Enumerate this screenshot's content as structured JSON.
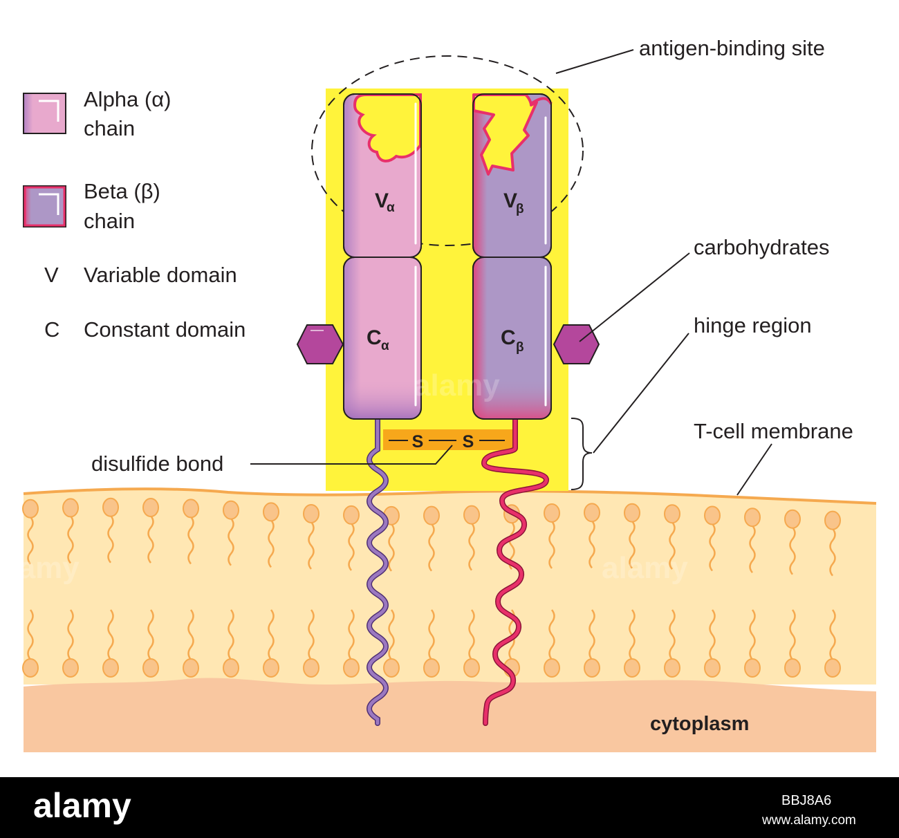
{
  "legend": {
    "alpha_line1": "Alpha (α)",
    "alpha_line2": "chain",
    "beta_line1": "Beta (β)",
    "beta_line2": "chain",
    "v_letter": "V",
    "v_text": "Variable domain",
    "c_letter": "C",
    "c_text": "Constant domain"
  },
  "domains": {
    "v_alpha": "V",
    "v_alpha_sub": "α",
    "c_alpha": "C",
    "c_alpha_sub": "α",
    "v_beta": "V",
    "v_beta_sub": "β",
    "c_beta": "C",
    "c_beta_sub": "β"
  },
  "bond": {
    "s1": "S",
    "s2": "S"
  },
  "labels": {
    "antigen_binding_site": "antigen-binding site",
    "carbohydrates": "carbohydrates",
    "hinge_region": "hinge region",
    "tcell_membrane": "T-cell membrane",
    "disulfide_bond": "disulfide bond",
    "cytoplasm": "cytoplasm"
  },
  "footer": {
    "brand": "alamy",
    "image_code": "BBJ8A6",
    "site": "www.alamy.com"
  },
  "colors": {
    "alpha_fill": "#e8a9cd",
    "alpha_edge": "#8a5aa6",
    "beta_fill": "#ad97c6",
    "beta_edge": "#e8306a",
    "antigen_patch": "#fff33b",
    "highlight_box": "#fff33b",
    "membrane": "#ffe7b3",
    "cytoplasm": "#f9c7a0",
    "lipid": "#f5a94f",
    "disulfide": "#f7a71b",
    "carbohydrate": "#b4479c",
    "footer_bg": "#000000"
  }
}
